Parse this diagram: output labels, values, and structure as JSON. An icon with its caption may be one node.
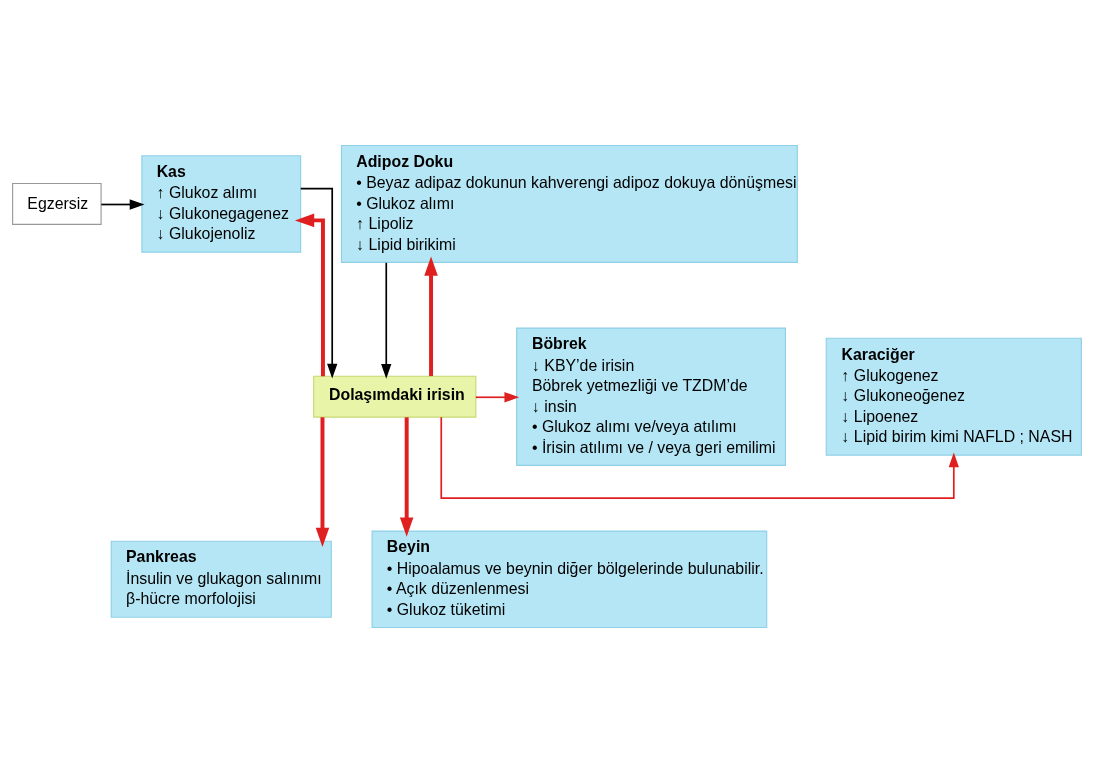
{
  "diagram": {
    "nodes": [
      {
        "text": [
          "Egzersiz"
        ]
      },
      {
        "text": [
          "Kas",
          "↑ Glukoz alımı",
          "↓ Glukonegagenez",
          "↓ Glukojenoliz"
        ]
      },
      {
        "text": [
          "Adipoz Doku",
          "• Beyaz adipaz dokunun kahverengi adipoz dokuya dönüşmesi",
          "• Glukoz alımı",
          "↑ Lipoliz",
          "↓ Lipid birikimi"
        ]
      },
      {
        "text": [
          "Karaciğer",
          "↑ Glukogenez",
          "↓ Glukoneoğenez",
          "↓ Lipoenez",
          "↓ Lipid birim kimi NAFLD ; NASH"
        ]
      },
      {
        "text": [
          "Dolaşımdaki irisin"
        ]
      },
      {
        "text": [
          "Böbrek",
          "↓ KBY’de irisin",
          "Böbrek yetmezliği ve TZDM’de",
          "↓ insin",
          "• Glukoz alımı ve/veya atılımı",
          "• İrisin atılımı ve / veya geri emilimi"
        ]
      },
      {
        "text": [
          "Pankreas",
          "İnsulin ve glukagon salınımı",
          "β-hücre morfolojisi"
        ]
      },
      {
        "text": [
          "Beyin",
          "• Hipoalamus ve beynin diğer bölgelerinde bulunabilir.",
          "• Açık düzenlenmesi",
          "• Glukoz tüketimi"
        ]
      }
    ],
    "edges": [
      {
        "from": 0,
        "to": 1,
        "arrow": "to",
        "color": "#000000"
      },
      {
        "from": 1,
        "to": 4,
        "arrow": "to",
        "color": "#000000"
      },
      {
        "from": 2,
        "to": 4,
        "arrow": "to",
        "color": "#000000"
      },
      {
        "from": 4,
        "to": 1,
        "arrow": "to",
        "style": "thick"
      },
      {
        "from": 4,
        "to": 2,
        "arrow": "to",
        "style": "thick"
      },
      {
        "from": 4,
        "to": 3,
        "arrow": "to"
      },
      {
        "from": 4,
        "to": 5,
        "arrow": "to"
      },
      {
        "from": 4,
        "to": 6,
        "arrow": "to",
        "style": "thick"
      },
      {
        "from": 4,
        "to": 7,
        "arrow": "to",
        "style": "thick"
      }
    ]
  }
}
